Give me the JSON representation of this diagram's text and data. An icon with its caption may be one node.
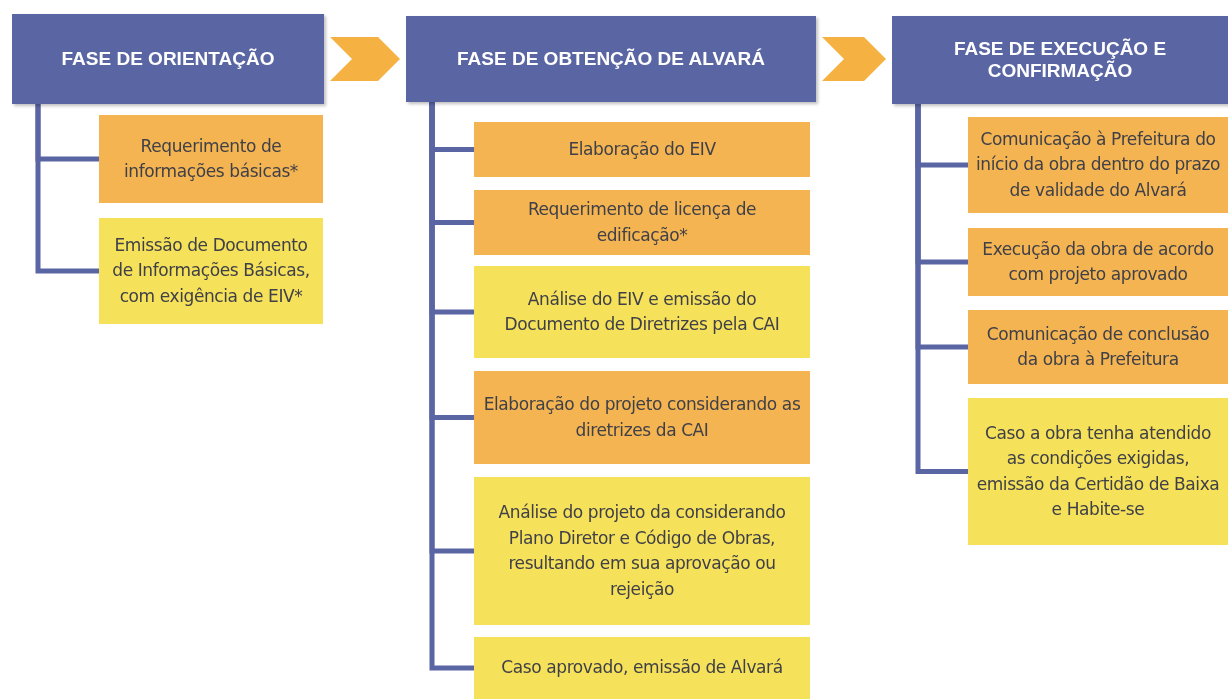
{
  "diagram": {
    "nodes": [
      {
        "text": [
          "FASE DE ORIENTAÇÃO"
        ]
      },
      {
        "text": [
          "Requerimento de informações básicas*"
        ]
      },
      {
        "text": [
          "Emissão de Documento de Informações Básicas, com exigência de EIV*"
        ]
      },
      {
        "text": [
          "FASE DE OBTENÇÃO DE ALVARÁ"
        ]
      },
      {
        "text": [
          "Elaboração do EIV"
        ]
      },
      {
        "text": [
          "Requerimento de licença de edificação*"
        ]
      },
      {
        "text": [
          "Análise do EIV e emissão do Documento de Diretrizes pela CAI"
        ]
      },
      {
        "text": [
          "Elaboração do projeto considerando as diretrizes da CAI"
        ]
      },
      {
        "text": [
          "Análise do projeto da considerando Plano Diretor e Código de Obras, resultando em sua aprovação ou rejeição"
        ]
      },
      {
        "text": [
          "Caso aprovado, emissão de Alvará"
        ]
      },
      {
        "text": [
          "FASE DE EXECUÇÃO E CONFIRMAÇÃO"
        ]
      },
      {
        "text": [
          "Comunicação à Prefeitura do início da obra dentro do prazo de validade do Alvará"
        ]
      },
      {
        "text": [
          "Execução da obra de acordo com projeto aprovado"
        ]
      },
      {
        "text": [
          "Comunicação de conclusão da obra à Prefeitura"
        ]
      },
      {
        "text": [
          "Caso a obra tenha atendido as condições exigidas, emissão da Certidão de Baixa e Habite-se"
        ]
      }
    ],
    "edges": [
      {
        "from": 0,
        "to": 3,
        "arrow": "to"
      },
      {
        "from": 3,
        "to": 10,
        "arrow": "to"
      },
      {
        "from": 0,
        "to": 1,
        "arrow": "none"
      },
      {
        "from": 0,
        "to": 2,
        "arrow": "none"
      },
      {
        "from": 3,
        "to": 4,
        "arrow": "none"
      },
      {
        "from": 3,
        "to": 5,
        "arrow": "none"
      },
      {
        "from": 3,
        "to": 6,
        "arrow": "none"
      },
      {
        "from": 3,
        "to": 7,
        "arrow": "none"
      },
      {
        "from": 3,
        "to": 8,
        "arrow": "none"
      },
      {
        "from": 3,
        "to": 9,
        "arrow": "none"
      },
      {
        "from": 10,
        "to": 11,
        "arrow": "none"
      },
      {
        "from": 10,
        "to": 12,
        "arrow": "none"
      },
      {
        "from": 10,
        "to": 13,
        "arrow": "none"
      },
      {
        "from": 10,
        "to": 14,
        "arrow": "none"
      }
    ]
  }
}
